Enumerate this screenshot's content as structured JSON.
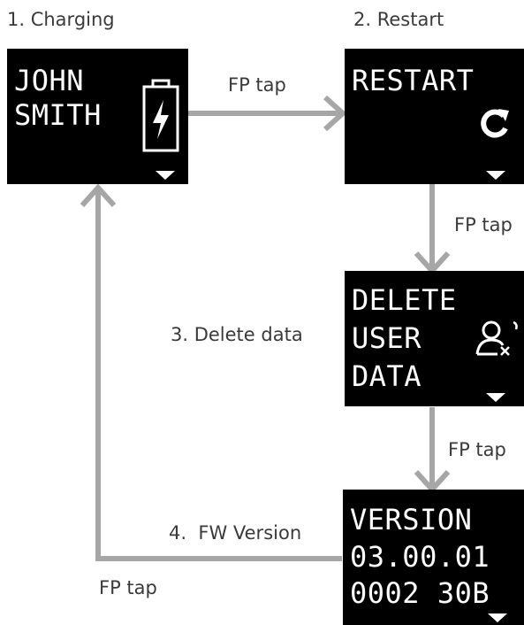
{
  "steps": {
    "charging": {
      "caption": "1. Charging",
      "lines": [
        "JOHN",
        "SMITH"
      ],
      "icon": "battery-charging-icon"
    },
    "restart": {
      "caption": "2. Restart",
      "lines": [
        "RESTART"
      ],
      "icon": "restart-icon"
    },
    "delete_data": {
      "caption": "3. Delete data",
      "lines": [
        "DELETE",
        "USER",
        "DATA"
      ],
      "icon": "user-delete-icon"
    },
    "fw_version": {
      "caption": "4.  FW Version",
      "lines": [
        "VERSION",
        "03.00.01",
        "0002 30B"
      ]
    }
  },
  "transitions": {
    "charging_to_restart": "FP tap",
    "restart_to_delete": "FP tap",
    "delete_to_version": "FP tap",
    "version_to_charging": "FP tap"
  },
  "colors": {
    "screen_bg": "#000000",
    "screen_text": "#ffffff",
    "arrow": "#a6a6a6",
    "caption_text": "#3a3a3a"
  }
}
